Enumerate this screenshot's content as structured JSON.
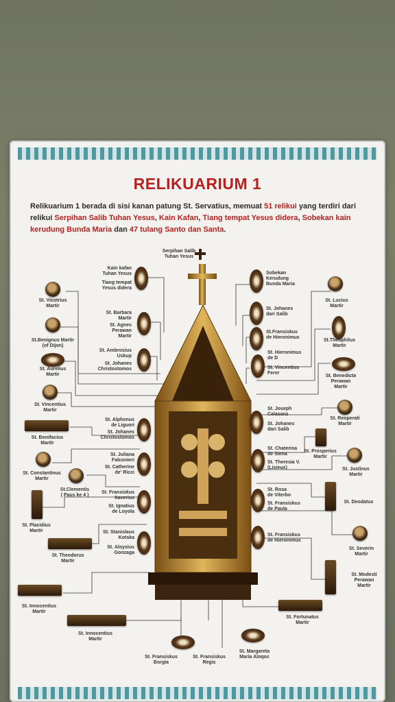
{
  "title": "RELIKUARIUM 1",
  "intro": {
    "p1": "Relikuarium 1 berada di sisi kanan patung St. Servatius, memuat ",
    "h1": "51 relikui",
    "p2": " yang terdiri dari relikui ",
    "h2": "Serpihan Salib Tuhan Yesus",
    "p3": ", ",
    "h3": "Kain Kafan",
    "p4": ", ",
    "h4": "Tiang tempat Yesus didera",
    "p5": ", ",
    "h5": "Sobekan kain kerudung Bunda Maria",
    "p6": " dan ",
    "h6": "47 tulang Santo dan Santa",
    "p7": "."
  },
  "labels": {
    "top": "Serpihan Salib\nTuhan Yesus",
    "l1": "Kain kafan\nTuhan Yesus",
    "l2": "Tiang tempat\nYesus didera",
    "l3": "St. Barbara\nMartir",
    "l4": "St. Agnes\nPerawan\nMartir",
    "l5": "St. Ambrosius\nUskup",
    "l6": "St. Johanes\nChristostomos",
    "l7": "St. Alphonus\nde Liguori",
    "l8": "St. Johanes\nChristostomos",
    "l9": "St. Juliana\nFalconieri",
    "l10": "St. Catherine\nde' Ricci",
    "l11": "St. Fransiskus\nXaverius",
    "l12": "St. Ignatius\nde Loyola",
    "l13": "St. Stanislaus\nKotska",
    "l14": "St. Aloysius\nGonzaga",
    "r1": "Sobekan\nKerudung\nBunda Maria",
    "r2": "St. Johanes\ndari Salib",
    "r3": "St.Fransiskus\nde Hieronimus",
    "r4": "St. Hieronimus\nde D",
    "r5": "St. Vincentius\nFerer",
    "r6": "St. Joseph\nCalasanz",
    "r7": "St. Johanes\ndari Salib",
    "r8": "St. Chaterina\nde Siena",
    "r9": "St. Theresia V.\n(Lisieux)",
    "r10": "St. Rosa\nde Viterbo",
    "r11": "St. Fransiskus\nde Paula",
    "r12": "St. Fransiskus\nde Hieronimus",
    "fl1": "St. Vicotrius\nMartir",
    "fl2": "St.Benignus Martir\n(of Dijon)",
    "fl3": "St. Aurelius\nMartir",
    "fl4": "St. Vincentius\nMartir",
    "fl5": "St. Bonifacius\nMartir",
    "fl6": "St. Constantinus\nMartir",
    "fl7": "St.Clementis\n( Paus ke 4 )",
    "fl8": "St. Placidius\nMartir",
    "fl9": "St. Theodorus\nMartir",
    "fl10": "St. Innocentius\nMartir",
    "fl11": "St. Innocentius\nMartir",
    "fr1": "St. Lucius\nMartir",
    "fr2": "St.Theophilus\nMartir",
    "fr3": "St. Benedicta\nPerawan\nMartir",
    "fr4": "St. Reoperati\nMartir",
    "fr5": "St. Prosperius\nMartir",
    "fr6": "St. Justinus\nMartir",
    "fr7": "St. Deodatus",
    "fr8": "St. Severin\nMartir",
    "fr9": "St. Modesti\nPerawan\nMartir",
    "fr10": "St. Fortunatus\nMartir",
    "b1": "St. Fransiskus\nBorgia",
    "b2": "St. Fransiskus\nRegis",
    "b3": "St. Margareta\nMaria Aloqoc"
  },
  "colors": {
    "title": "#b5211f",
    "border": "#3f8f97",
    "gold": "#c8962f"
  }
}
